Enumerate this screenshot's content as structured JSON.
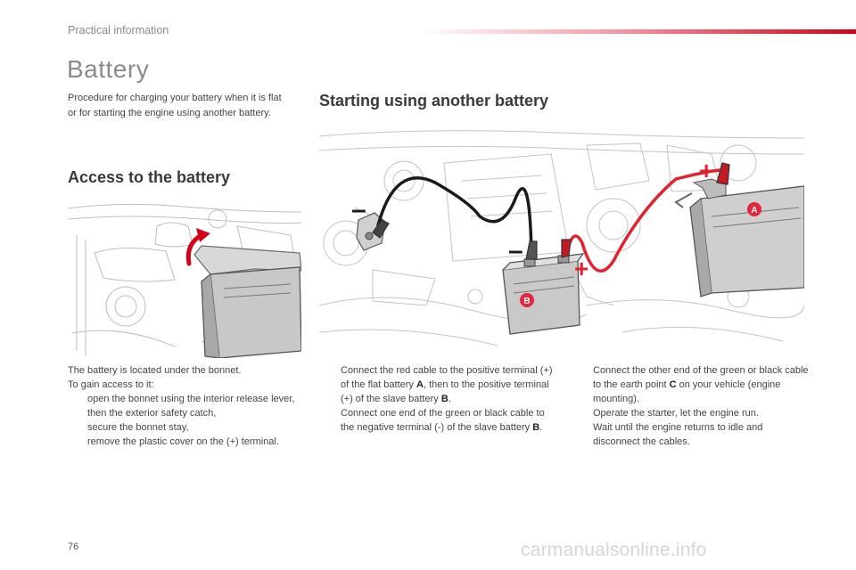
{
  "header": {
    "section": "Practical information"
  },
  "title": "Battery",
  "intro": "Procedure for charging your battery when it is flat or for starting the engine using another battery.",
  "access": {
    "heading": "Access to the battery",
    "p1": "The battery is located under the bonnet.",
    "p2": "To gain access to it:",
    "bullets": [
      "open the bonnet using the interior release lever, then the exterior safety catch,",
      "secure the bonnet stay,",
      "remove the plastic cover on the (+) terminal."
    ]
  },
  "starting": {
    "heading": "Starting using another battery",
    "labels": {
      "a": "A",
      "b": "B",
      "plus": "+",
      "minus": "–"
    },
    "col1": [
      {
        "pre": "Connect the red cable to the positive terminal (+) of the flat battery ",
        "b1": "A",
        "mid": ", then to the positive terminal (+) of the slave battery ",
        "b2": "B",
        "post": "."
      },
      {
        "pre": "Connect one end of the green or black cable to the negative terminal (-) of the slave battery ",
        "b1": "B",
        "post": "."
      }
    ],
    "col2": [
      {
        "pre": "Connect the other end of the green or black cable to the earth point ",
        "b1": "C",
        "post": " on your vehicle (engine mounting)."
      },
      {
        "pre": "Operate the starter, let the engine run."
      },
      {
        "pre": "Wait until the engine returns to idle and disconnect the cables."
      }
    ]
  },
  "bullet_glyph": "",
  "footer": {
    "page_number": "76",
    "watermark": "carmanualsonline.info"
  },
  "colors": {
    "accent": "#d4001a",
    "badge": "#e2263c",
    "cable_red": "#e0242f",
    "cable_black": "#1a1a1a"
  }
}
